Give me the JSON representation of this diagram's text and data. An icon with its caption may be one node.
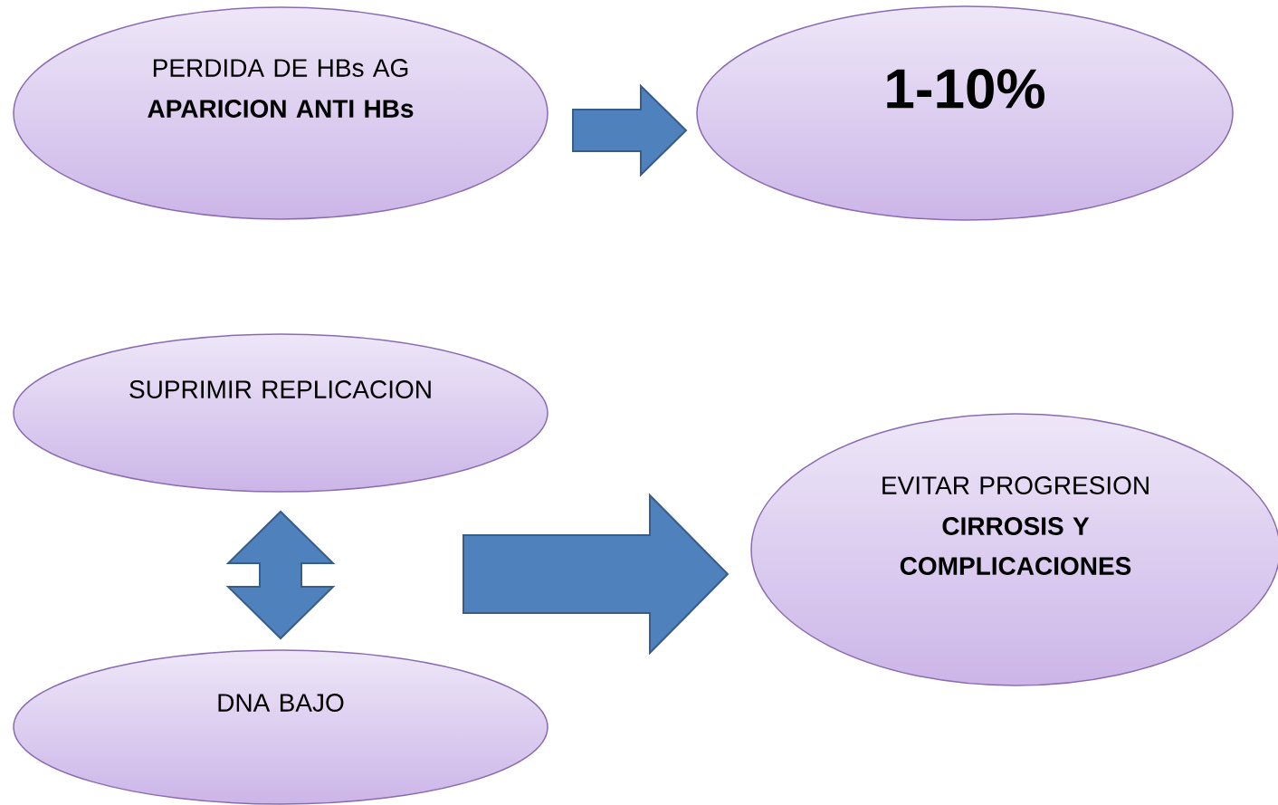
{
  "diagram": {
    "nodes": [
      {
        "text": [
          "PERDIDA DE HBs AG",
          "APARICION ANTI HBs"
        ]
      },
      {
        "text": [
          "1-10%"
        ]
      },
      {
        "text": [
          "SUPRIMIR REPLICACION"
        ]
      },
      {
        "text": [
          "DNA BAJO"
        ]
      },
      {
        "text": [
          "EVITAR PROGRESION",
          "CIRROSIS Y COMPLICACIONES"
        ]
      }
    ],
    "edges": [
      {
        "from": 0,
        "to": 1,
        "arrow": "to"
      },
      {
        "from": 2,
        "to": 3,
        "arrow": "both"
      },
      {
        "from": null,
        "to": 4,
        "arrow": "to"
      }
    ]
  }
}
